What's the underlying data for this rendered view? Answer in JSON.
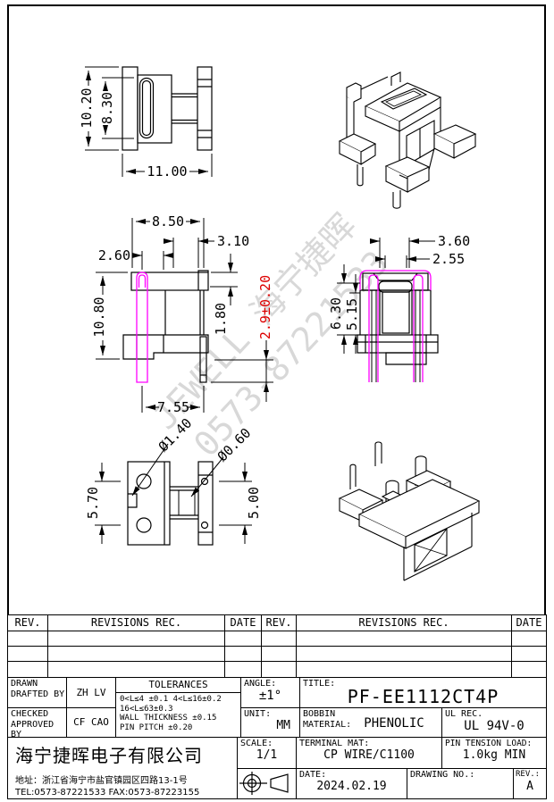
{
  "colors": {
    "magenta": "#ff00ff",
    "dim_red": "#dd0000",
    "watermark_gray": "#b9b9b9"
  },
  "watermark": {
    "line1": "JEWELL 海宁捷晖",
    "line2": "0573-87221533"
  },
  "drawing": {
    "side_view": {
      "outer_height": "10.20",
      "inner_height": "8.30",
      "overall_width": "11.00"
    },
    "front_view": {
      "flange_width": "8.50",
      "dim_3_10": "3.10",
      "dim_2_60": "2.60",
      "height": "10.80",
      "dim_1_80": "1.80",
      "pin_protrusion": "2.9±0.20",
      "pin_pitch": "7.55"
    },
    "back_view": {
      "dim_3_60": "3.60",
      "dim_2_55": "2.55",
      "dim_6_30": "6.30",
      "dim_5_15": "5.15"
    },
    "top_view": {
      "pin_dia_round": "Ø1.40",
      "pin_dia_small": "Ø0.60",
      "dim_5_70": "5.70",
      "dim_5_00": "5.00"
    }
  },
  "revision_table": {
    "headers": [
      "REV.",
      "REVISIONS  REC.",
      "DATE",
      "REV.",
      "REVISIONS  REC.",
      "DATE"
    ]
  },
  "title_block": {
    "drawn_label": "DRAWN",
    "drafted_by_label": "DRAFTED BY",
    "drawn_value": "ZH LV",
    "checked_label": "CHECKED",
    "approved_by_label": "APPROVED BY",
    "checked_value": "CF CAO",
    "tolerances_title": "TOLERANCES",
    "tolerances_line1": "0<L≤4 ±0.1 4<L≤16±0.2",
    "tolerances_line2": "16<L≤63±0.3",
    "tolerances_line3": "WALL THICKNESS ±0.15",
    "tolerances_line4": "PIN PITCH ±0.20",
    "angle_label": "ANGLE:",
    "angle_value": "±1°",
    "unit_label": "UNIT:",
    "unit_value": "MM",
    "title_label": "TITLE:",
    "title_value": "PF-EE1112CT4P",
    "bobbin_label": "BOBBIN",
    "material_label": "MATERIAL:",
    "material_value": "PHENOLIC",
    "ul_label": "UL REC.",
    "ul_value": "UL 94V-0",
    "scale_label": "SCALE:",
    "scale_value": "1/1",
    "terminal_label": "TERMINAL MAT:",
    "terminal_value": "CP WIRE/C1100",
    "pin_tension_label": "PIN TENSION LOAD:",
    "pin_tension_value": "1.0kg MIN",
    "company_name": "海宁捷晖电子有限公司",
    "company_address": "地址：浙江省海宁市盐官镇园区四路13-1号",
    "company_tel": "TEL:0573-87221533 FAX:0573-87223155",
    "date_label": "DATE:",
    "date_value": "2024.02.19",
    "drawing_no_label": "DRAWING NO.:",
    "rev_label": "REV.:",
    "rev_value": "A"
  }
}
